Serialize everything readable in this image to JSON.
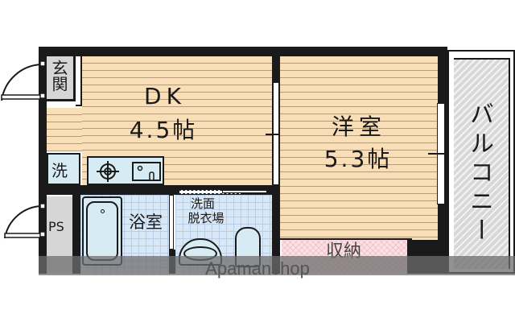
{
  "floorplan": {
    "rooms": {
      "genkan": {
        "label": "玄関"
      },
      "dk": {
        "name": "DK",
        "size": "4.5帖"
      },
      "yoshitsu": {
        "name": "洋室",
        "size": "5.3帖"
      },
      "balcony": {
        "label": "バルコニー"
      },
      "sentakuki": {
        "label": "洗"
      },
      "ps": {
        "label": "PS"
      },
      "bath": {
        "label": "浴室"
      },
      "washroom": {
        "line1": "洗面",
        "line2": "脱衣場"
      },
      "storage": {
        "label": "収納"
      }
    },
    "watermark": "Apamanshop",
    "colors": {
      "wall": "#1a1a1a",
      "floor": "#f9dfb8",
      "tile": "#d9e8f6",
      "storage": "#fbe0e4",
      "balcony": "#d8d8d8"
    }
  }
}
